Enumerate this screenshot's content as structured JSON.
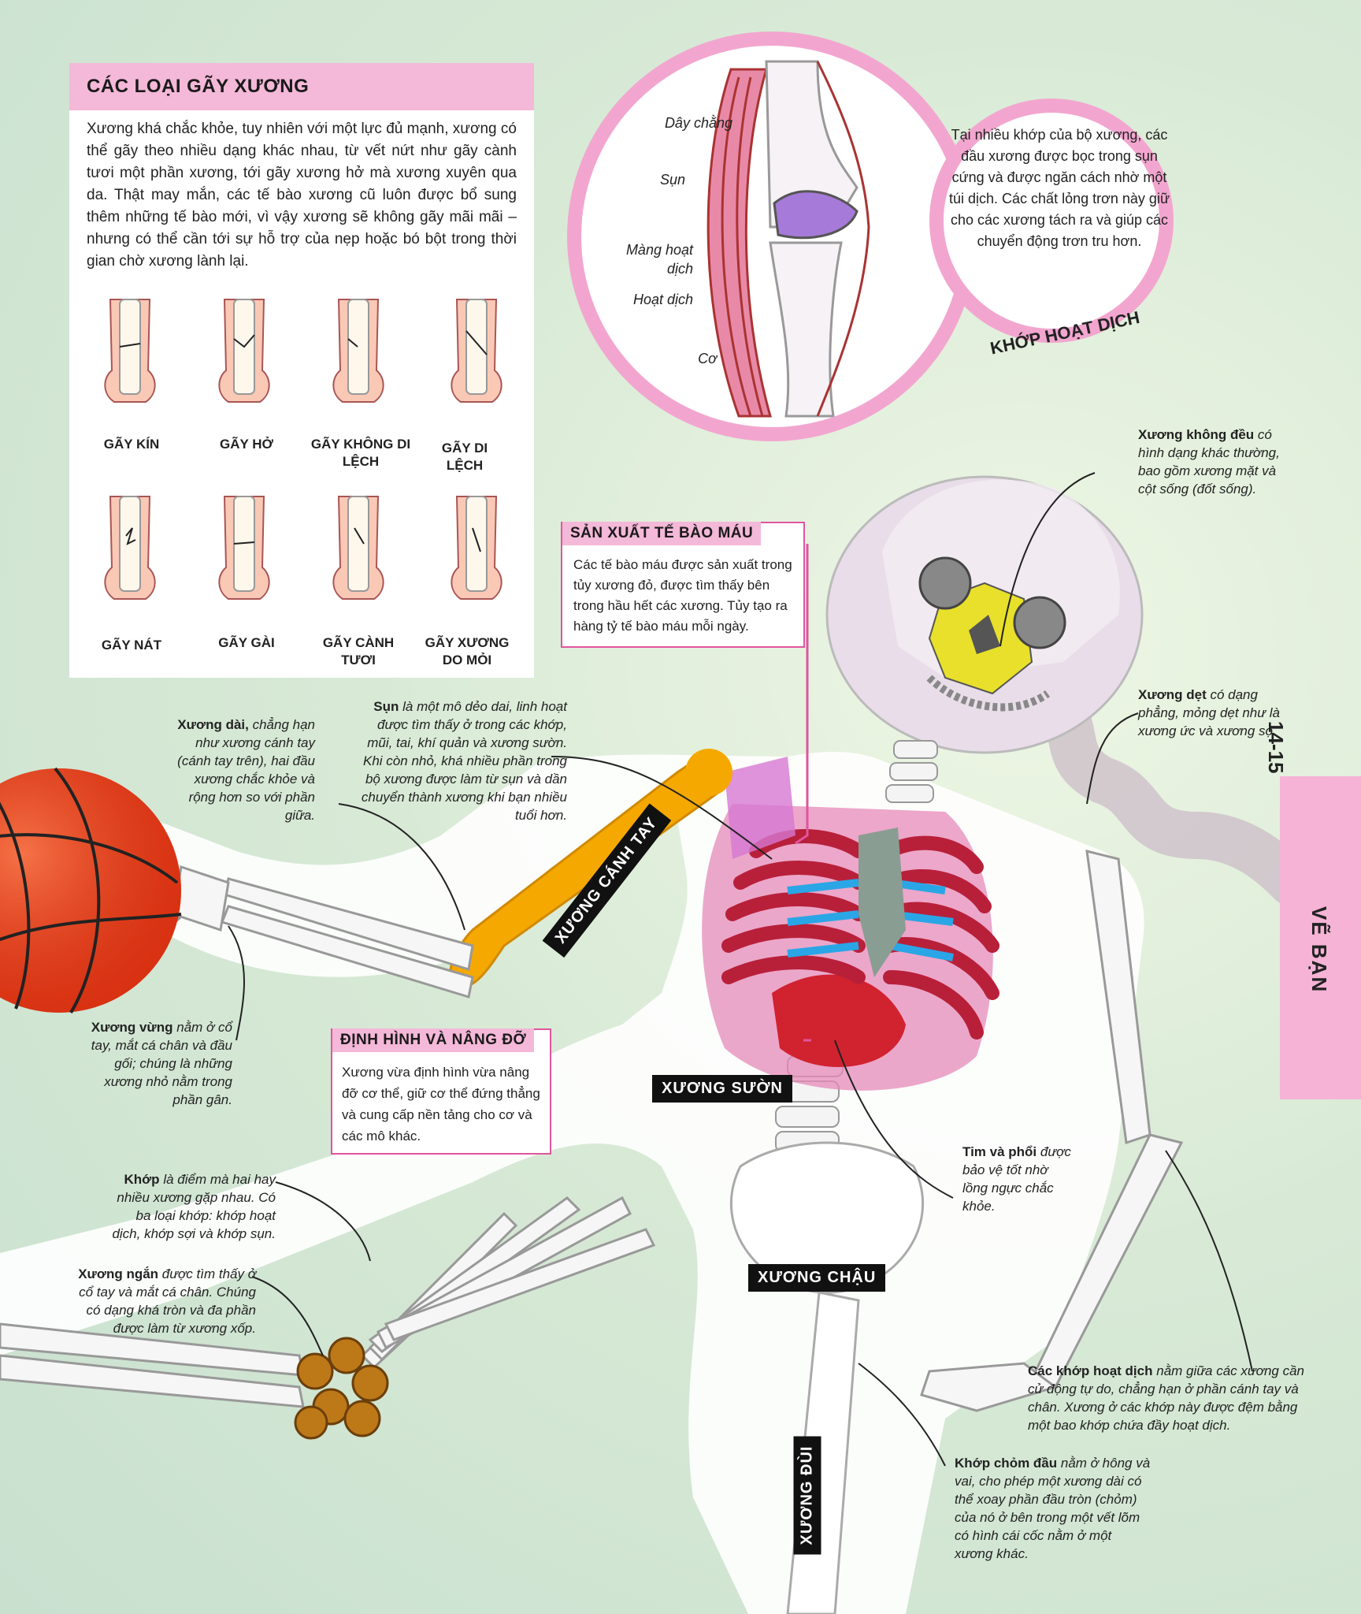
{
  "fracture_box": {
    "title": "CÁC LOẠI GÃY XƯƠNG",
    "text": "Xương khá chắc khỏe, tuy nhiên với một lực đủ mạnh, xương có thể gãy theo nhiều dạng khác nhau, từ vết nứt như gãy cành tươi một phần xương, tới gãy xương hở mà xương xuyên qua da. Thật may mắn, các tế bào xương cũ luôn được bổ sung thêm những tế bào mới, vì vậy xương sẽ không gãy mãi mãi – nhưng có thể cần tới sự hỗ trợ của nẹp hoặc bó bột trong thời gian chờ xương lành lại.",
    "types": [
      {
        "label": "GÃY KÍN"
      },
      {
        "label": "GÃY HỞ"
      },
      {
        "label": "GÃY KHÔNG DI LỆCH"
      },
      {
        "label": "GÃY DI LỆCH"
      },
      {
        "label": "GÃY NÁT"
      },
      {
        "label": "GÃY GÀI"
      },
      {
        "label": "GÃY CÀNH TƯƠI"
      },
      {
        "label": "GÃY XƯƠNG DO MỎI"
      }
    ]
  },
  "joint_diagram": {
    "labels": {
      "ligament": "Dây chằng",
      "cartilage": "Sụn",
      "synovial_membrane": "Màng hoạt dịch",
      "synovial_fluid": "Hoạt dịch",
      "muscle": "Cơ"
    },
    "description": "Tại nhiều khớp của bộ xương, các đầu xương được bọc trong sụn cứng và được ngăn cách nhờ một túi dịch. Các chất lỏng trơn này giữ cho các xương tách ra và giúp các chuyển động trơn tru hơn.",
    "title": "KHỚP HOẠT DỊCH"
  },
  "blood_box": {
    "title": "SẢN XUẤT TẾ BÀO MÁU",
    "text": "Các tế bào máu được sản xuất trong tủy xương đỏ, được tìm thấy bên trong hầu hết các xương. Tủy tạo ra hàng tỷ tế bào máu mỗi ngày."
  },
  "support_box": {
    "title": "ĐỊNH HÌNH VÀ NÂNG ĐỠ",
    "text": "Xương vừa định hình vừa nâng đỡ cơ thể, giữ cơ thể đứng thẳng và cung cấp nền tảng cho cơ và các mô khác."
  },
  "notes": {
    "irregular_bold": "Xương không đều",
    "irregular": "có hình dạng khác thường, bao gồm xương mặt và cột sống (đốt sống).",
    "flat_bold": "Xương dẹt",
    "flat": "có dạng phẳng, mỏng dẹt như là xương ức và xương sọ.",
    "long_bold": "Xương dài,",
    "long": "chẳng hạn như xương cánh tay (cánh tay trên), hai đầu xương chắc khỏe và rộng hơn so với phần giữa.",
    "cartilage_bold": "Sụn",
    "cartilage": "là một mô dẻo dai, linh hoạt được tìm thấy ở trong các khớp, mũi, tai, khí quản và xương sườn. Khi còn nhỏ, khá nhiều phần trong bộ xương được làm từ sụn và dần chuyển thành xương khi bạn nhiều tuổi hơn.",
    "sesamoid_bold": "Xương vừng",
    "sesamoid": "nằm ở cổ tay, mắt cá chân và đầu gối; chúng là những xương nhỏ nằm trong phần gân.",
    "joint_bold": "Khớp",
    "joint": "là điểm mà hai hay nhiều xương gặp nhau. Có ba loại khớp: khớp hoạt dịch, khớp sợi và khớp sụn.",
    "short_bold": "Xương ngắn",
    "short": "được tìm thấy ở cổ tay và mắt cá chân. Chúng có dạng khá tròn và đa phần được làm từ xương xốp.",
    "heart_bold": "Tim và phổi",
    "heart": "được bảo vệ tốt nhờ lồng ngực chắc khỏe.",
    "synovial_bold": "Các khớp hoạt dịch",
    "synovial": "nằm giữa các xương cần cử động tự do, chẳng hạn ở phần cánh tay và chân. Xương ở các khớp này được đệm bằng một bao khớp chứa đầy hoạt dịch.",
    "ball_bold": "Khớp chỏm đầu",
    "ball": "nằm ở hông và vai, cho phép một xương dài có thể xoay phần đầu tròn (chỏm) của nó ở bên trong một vết lõm có hình cái cốc nằm ở một xương khác."
  },
  "bone_labels": {
    "humerus": "XƯƠNG CÁNH TAY",
    "ribs": "XƯƠNG SƯỜN",
    "pelvis": "XƯƠNG CHẬU",
    "femur": "XƯƠNG ĐÙI"
  },
  "side_tab": {
    "page": "14-15",
    "section": "VẼ BẠN"
  },
  "colors": {
    "pink": "#f4b8d8",
    "accent_pink": "#e0559f",
    "bone_yellow": "#f5a800",
    "rib_red": "#b8203a",
    "tab_pink": "#f6b3d6"
  }
}
